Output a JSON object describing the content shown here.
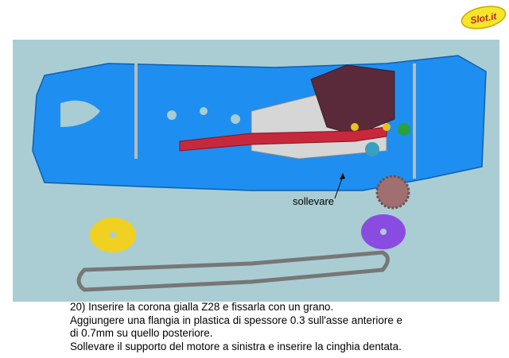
{
  "logo": {
    "text": "Slot.it"
  },
  "figure": {
    "annotation": "sollevare"
  },
  "caption": {
    "lines": [
      "20) Inserire la corona gialla Z28 e fissarla con un grano.",
      "Aggiungere una flangia in plastica di spessore 0.3 sull'asse anteriore e",
      "di 0.7mm su quello posteriore.",
      "Sollevare il supporto del motore a sinistra e inserire la cinghia dentata."
    ]
  },
  "colors": {
    "background": "#a9cdd3",
    "chassis": "#1e8ff0",
    "arm": "#c8283c",
    "motor": "#5a2a3a",
    "yellow_flange": "#f0d020",
    "purple_flange": "#8a4ce0"
  }
}
